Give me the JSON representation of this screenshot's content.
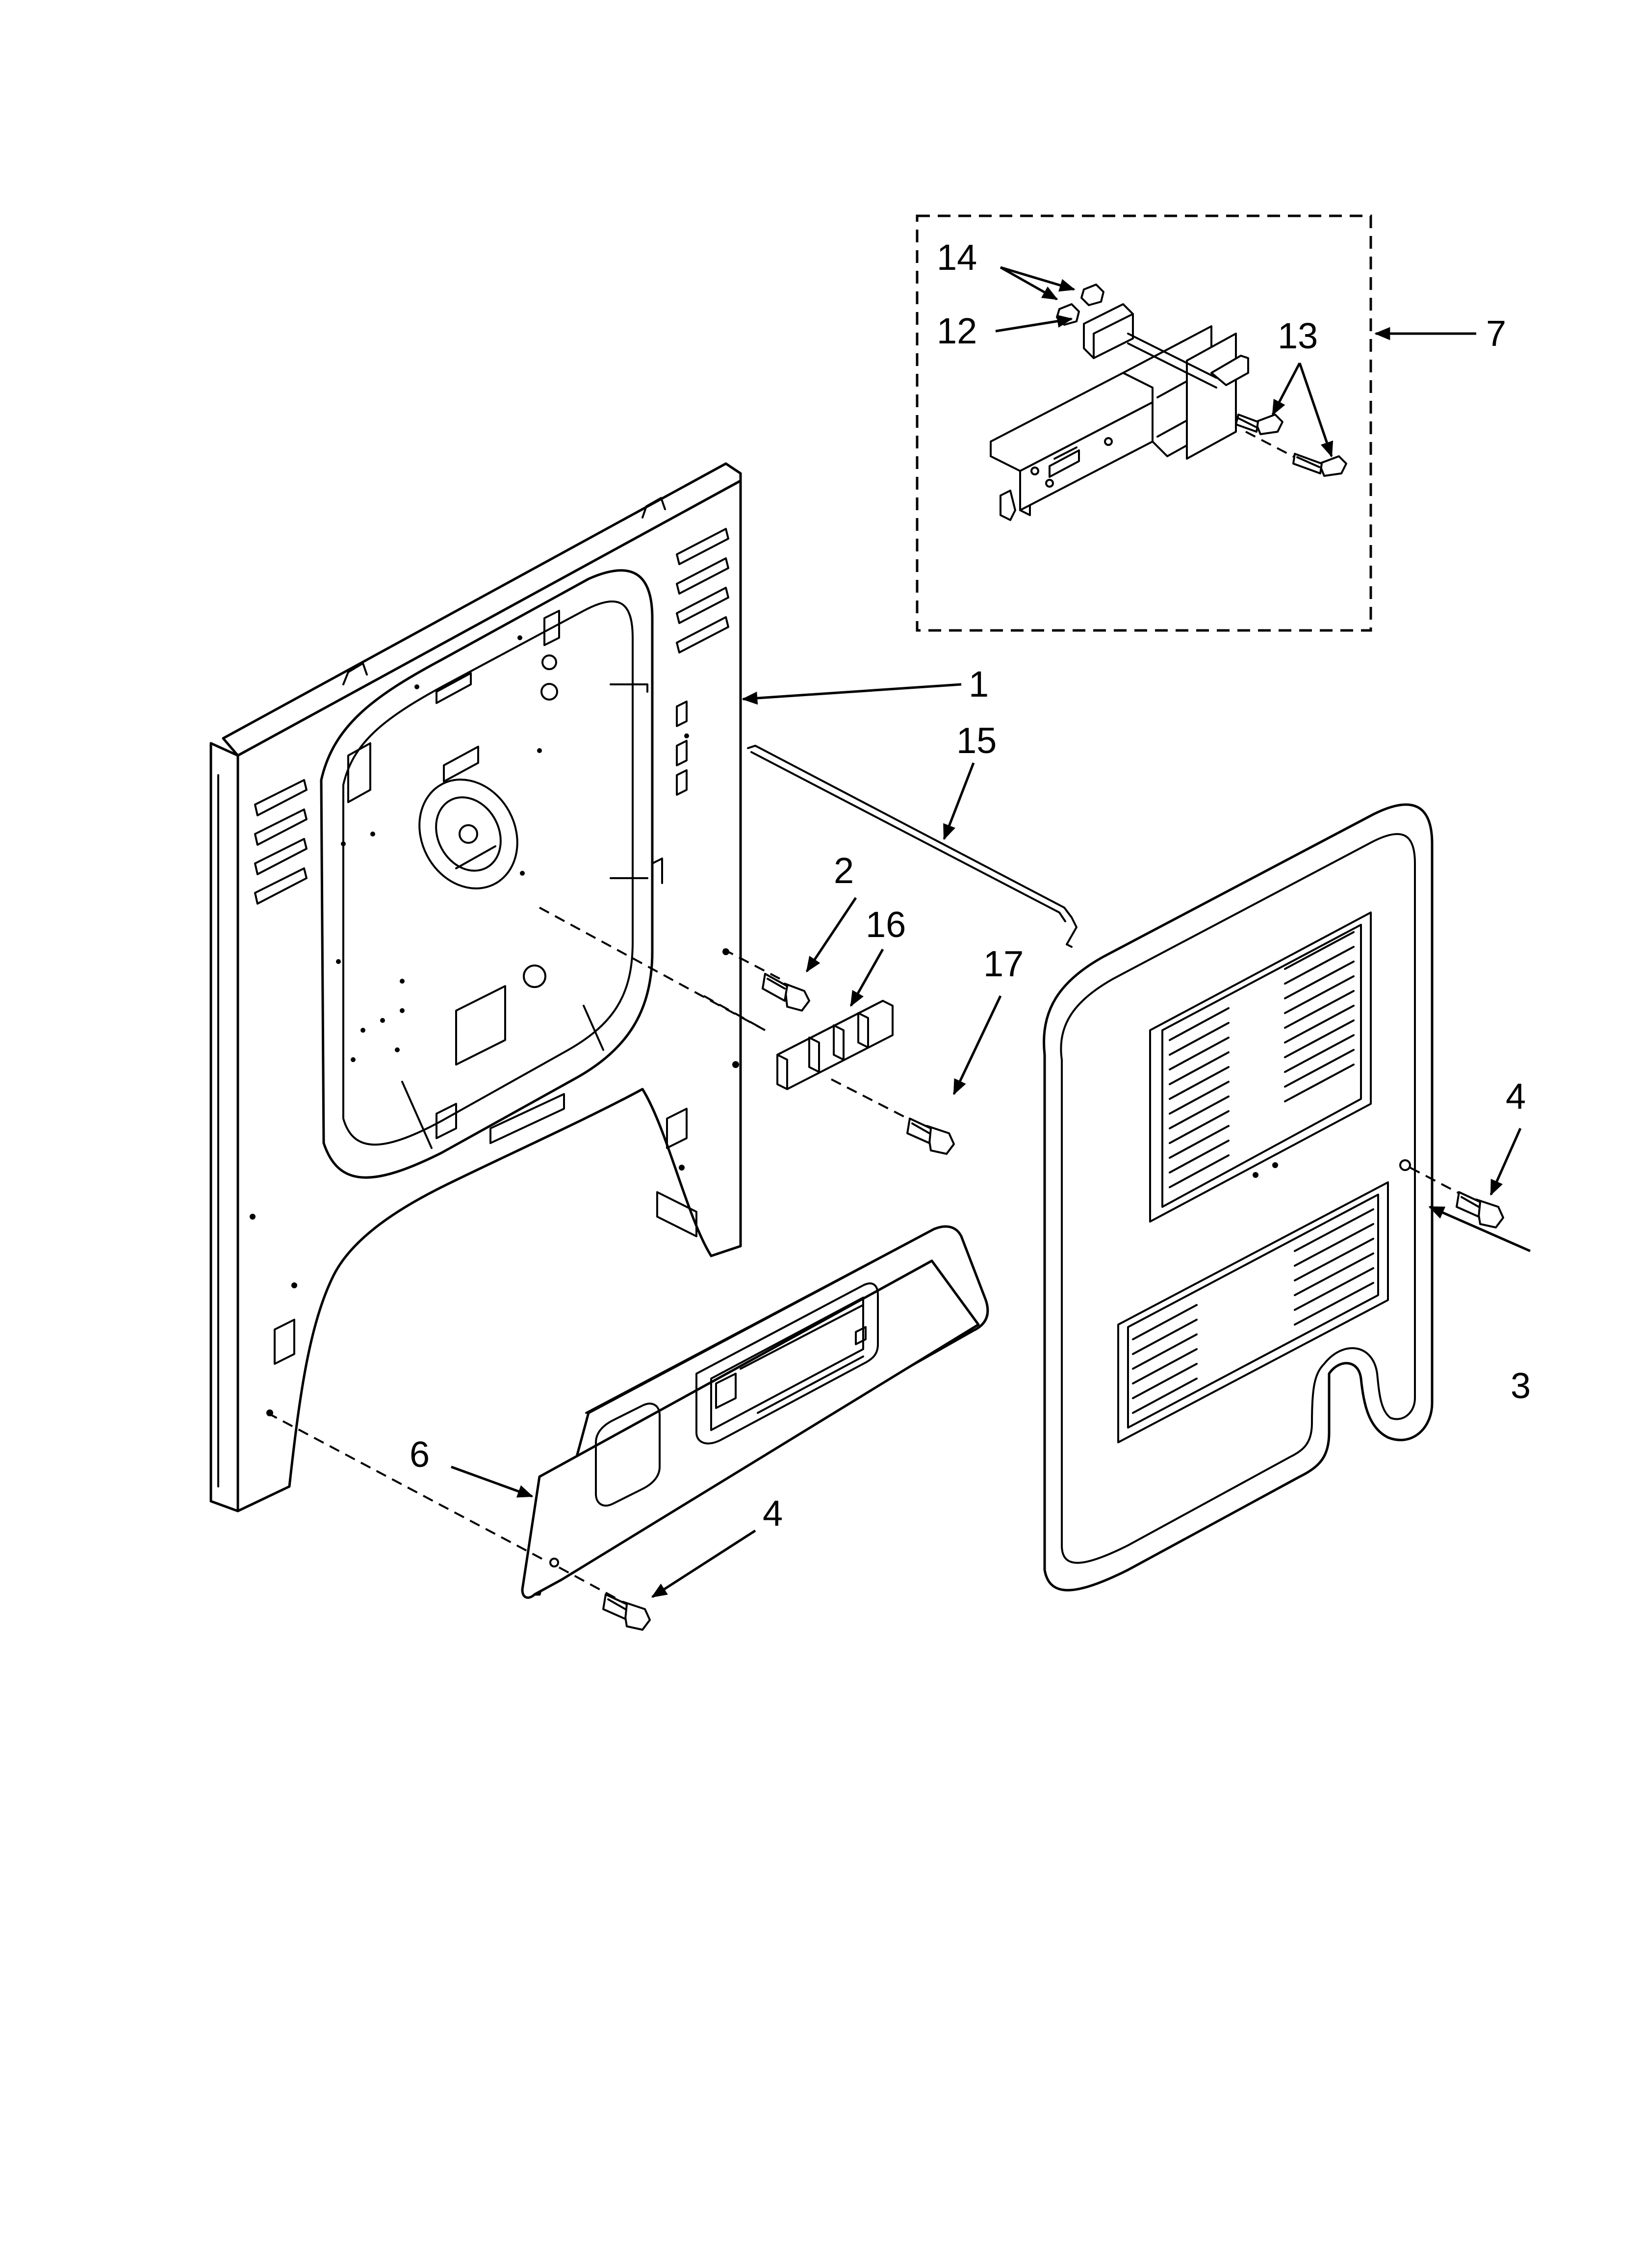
{
  "colors": {
    "line": "#000000",
    "background": "#ffffff"
  },
  "callouts": {
    "c1": "1",
    "c2": "2",
    "c3": "3",
    "c4_right": "4",
    "c4_bottom": "4",
    "c6": "6",
    "c7": "7",
    "c12": "12",
    "c13": "13",
    "c14": "14",
    "c15": "15",
    "c16": "16",
    "c17": "17"
  }
}
